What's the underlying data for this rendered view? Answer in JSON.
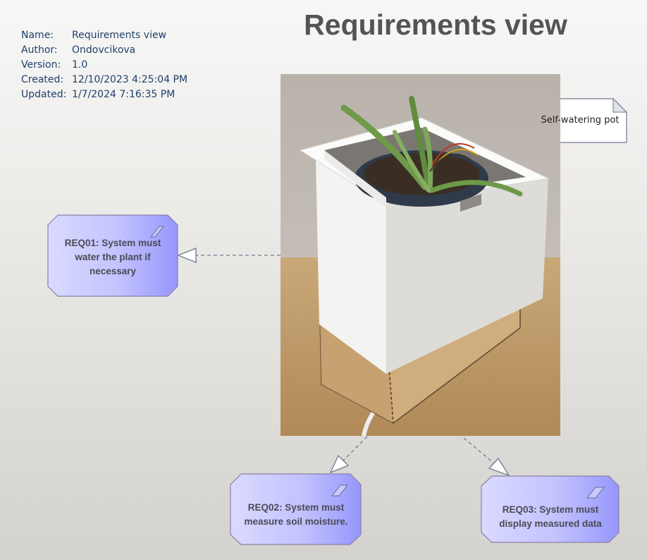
{
  "title": "Requirements view",
  "meta": [
    {
      "key": "Name:",
      "value": "Requirements view"
    },
    {
      "key": "Author:",
      "value": "Ondovcikova"
    },
    {
      "key": "Version:",
      "value": "1.0"
    },
    {
      "key": "Created:",
      "value": "12/10/2023 4:25:04 PM"
    },
    {
      "key": "Updated:",
      "value": "1/7/2024 7:16:35 PM"
    }
  ],
  "note": {
    "text": "Self-watering pot"
  },
  "requirements": [
    {
      "id": "REQ01",
      "text": "REQ01: System must water the plant if necessary"
    },
    {
      "id": "REQ02",
      "text": "REQ02: System must measure soil moisture."
    },
    {
      "id": "REQ03",
      "text": "REQ03: System must display measured data"
    }
  ],
  "colors": {
    "title": "#545454",
    "meta_text": "#1f3f6b",
    "requirement_fill_start": "#d6d6ff",
    "requirement_fill_end": "#9a9aff",
    "requirement_border": "#8a7fa8",
    "connector": "#6f7a90"
  },
  "icons": {
    "requirement": "requirement-parallelogram-icon",
    "note": "note-folded-corner-icon"
  }
}
